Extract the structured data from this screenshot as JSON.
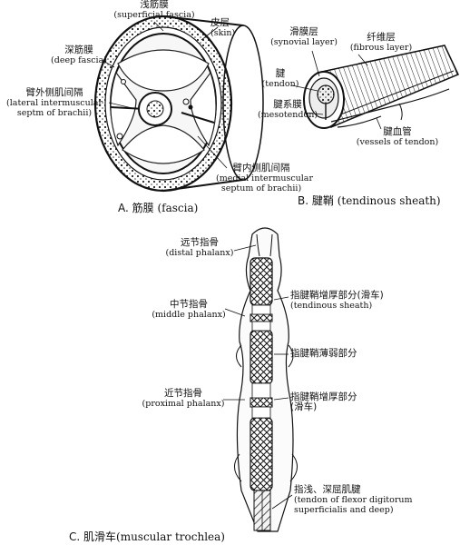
{
  "panel_a": {
    "caption_zh": "A. 筋膜",
    "caption_en": "(fascia)",
    "labels": {
      "superficial_fascia_zh": "浅筋膜",
      "superficial_fascia_en": "(superficial fascia)",
      "skin_zh": "皮层",
      "skin_en": "(skin)",
      "deep_fascia_zh": "深筋膜",
      "deep_fascia_en": "(deep fascia)",
      "lateral_septum_zh": "臂外侧肌间隔",
      "lateral_septum_en1": "(lateral intermuscular",
      "lateral_septum_en2": "septm of brachii)",
      "medial_septum_zh": "臂内侧肌间隔",
      "medial_septum_en1": "(medial intermuscular",
      "medial_septum_en2": "septum of brachii)"
    }
  },
  "panel_b": {
    "caption_zh": "B. 腱鞘",
    "caption_en": "(tendinous sheath)",
    "labels": {
      "synovial_zh": "滑膜层",
      "synovial_en": "(synovial layer)",
      "fibrous_zh": "纤维层",
      "fibrous_en": "(fibrous layer)",
      "tendon_zh": "腱",
      "tendon_en": "(tendon)",
      "mesotendon_zh": "腱系膜",
      "mesotendon_en": "(mesotendon)",
      "vessels_zh": "腱血管",
      "vessels_en": "(vessels of tendon)"
    }
  },
  "panel_c": {
    "caption_zh": "C. 肌滑车",
    "caption_en": "(muscular trochlea)",
    "labels": {
      "distal_zh": "远节指骨",
      "distal_en": "(distal phalanx)",
      "middle_zh": "中节指骨",
      "middle_en": "(middle phalanx)",
      "proximal_zh": "近节指骨",
      "proximal_en": "(proximal phalanx)",
      "sheath_thick_zh": "指腱鞘增厚部分(滑车)",
      "sheath_thick_en": "(tendinous sheath)",
      "sheath_thin_zh": "指腱鞘薄弱部分",
      "sheath_thick2_zh": "指腱鞘增厚部分",
      "sheath_thick2_zh2": "(滑车)",
      "flexor_zh": "指浅、深屈肌腱",
      "flexor_en1": "(tendon of flexor digitorum",
      "flexor_en2": "superficialis and deep)"
    }
  }
}
